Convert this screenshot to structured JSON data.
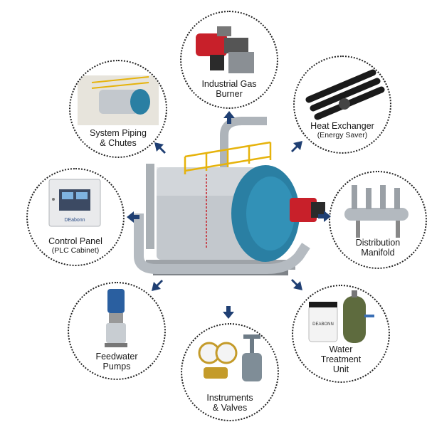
{
  "components": {
    "burner": {
      "line1": "Industrial Gas",
      "line2": "Burner"
    },
    "exchanger": {
      "line1": "Heat Exchanger",
      "sub": "(Energy Saver)"
    },
    "manifold": {
      "line1": "Distribution",
      "line2": "Manifold"
    },
    "water": {
      "line1": "Water",
      "line2": "Treatment",
      "line3": "Unit"
    },
    "valves": {
      "line1": "Instruments",
      "line2": "& Valves"
    },
    "pumps": {
      "line1": "Feedwater",
      "line2": "Pumps"
    },
    "control": {
      "line1": "Control Panel",
      "sub": "(PLC Cabinet)",
      "brand": "DEabonn"
    },
    "piping": {
      "line1": "System Piping",
      "line2": "& Chutes"
    }
  },
  "tank_label": "DEABONN",
  "colors": {
    "arrow": "#1f3f73",
    "boiler_blue": "#2a7fa3",
    "burner_red": "#c8202a",
    "steel": "#b9bec4"
  }
}
